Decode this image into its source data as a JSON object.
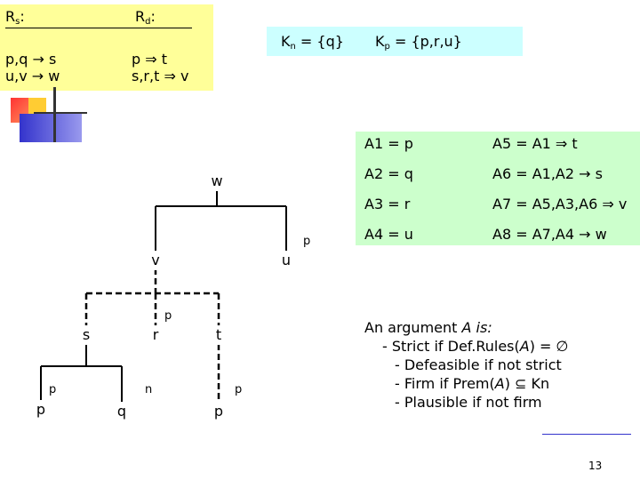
{
  "rules": {
    "strict_header": "R",
    "strict_sub": "s",
    "defeasible_header": "R",
    "defeasible_sub": "d",
    "header_colon": ":",
    "strict_rules": [
      "p,q → s",
      "u,v → w"
    ],
    "defeasible_rules": [
      "p ⇒ t",
      "s,r,t ⇒ v"
    ]
  },
  "knowledge": {
    "kn": {
      "symbol": "K",
      "sub": "n",
      "value": " = {q}"
    },
    "kp": {
      "symbol": "K",
      "sub": "p",
      "value": " = {p,r,u}"
    }
  },
  "arguments": {
    "col1": [
      "A1 = p",
      "A2 = q",
      "A3 = r",
      "A4 = u"
    ],
    "col2": [
      "A5 = A1 ⇒ t",
      "A6 = A1,A2 → s",
      "A7 = A5,A3,A6 ⇒ v",
      "A8 = A7,A4 → w"
    ]
  },
  "tree": {
    "nodes": {
      "w": "w",
      "v": "v",
      "u": "u",
      "s": "s",
      "r": "r",
      "t": "t",
      "p_left": "p",
      "q": "q",
      "p_right": "p"
    },
    "labels": {
      "u_label": "p",
      "r_label": "p",
      "p_left_label": "p",
      "q_label": "n",
      "p_right_label": "p"
    }
  },
  "argument_info": {
    "heading_prefix": "An argument ",
    "heading_var": "A",
    "heading_suffix": " is:",
    "line1_prefix": "- Strict if Def.Rules(",
    "line1_var": "A",
    "line1_suffix": ") = ∅",
    "line2": "- Defeasible if not strict",
    "line3_prefix": "- Firm if Prem(",
    "line3_var": "A",
    "line3_suffix": ") ⊆ Kn",
    "line4": "- Plausible if not firm"
  },
  "slide_number": "13",
  "colors": {
    "rules_bg": "#ffff99",
    "knowledge_bg": "#ccffff",
    "arguments_bg": "#ccffcc",
    "logo_red": "#ff3333",
    "logo_yellow": "#ffcc33",
    "logo_blue": "#3333cc"
  }
}
